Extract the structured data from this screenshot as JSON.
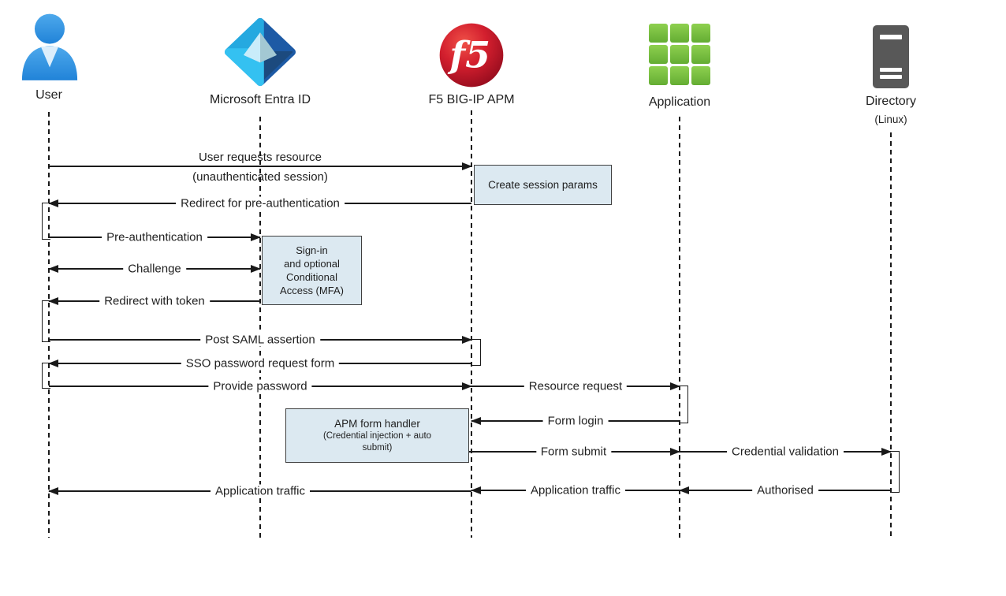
{
  "diagram_type": "sequence",
  "actors": [
    {
      "label": "User"
    },
    {
      "label": "Microsoft Entra ID"
    },
    {
      "label": "F5 BIG-IP APM"
    },
    {
      "label": "Application"
    },
    {
      "label": "Directory",
      "sublabel": "(Linux)"
    }
  ],
  "sequence": [
    {
      "from": "User",
      "to": "F5 BIG-IP APM",
      "label": "User requests resource",
      "label2": "(unauthenticated session)"
    },
    {
      "from": "F5 BIG-IP APM",
      "to": "User",
      "label": "Redirect for pre-authentication"
    },
    {
      "from": "User",
      "to": "Microsoft Entra ID",
      "label": "Pre-authentication"
    },
    {
      "from": "User",
      "to": "Microsoft Entra ID",
      "label": "Challenge",
      "bidirectional": true
    },
    {
      "from": "Microsoft Entra ID",
      "to": "User",
      "label": "Redirect with token"
    },
    {
      "from": "User",
      "to": "F5 BIG-IP APM",
      "label": "Post SAML assertion"
    },
    {
      "from": "F5 BIG-IP APM",
      "to": "User",
      "label": "SSO password request form"
    },
    {
      "from": "User",
      "to": "F5 BIG-IP APM",
      "label": "Provide password"
    },
    {
      "from": "F5 BIG-IP APM",
      "to": "Application",
      "label": "Resource request"
    },
    {
      "from": "Application",
      "to": "F5 BIG-IP APM",
      "label": "Form login"
    },
    {
      "from": "F5 BIG-IP APM",
      "to": "Application",
      "label": "Form submit"
    },
    {
      "from": "Application",
      "to": "Directory",
      "label": "Credential validation"
    },
    {
      "from": "Directory",
      "to": "Application",
      "label": "Authorised"
    },
    {
      "from": "Application",
      "to": "F5 BIG-IP APM",
      "label": "Application traffic"
    },
    {
      "from": "F5 BIG-IP APM",
      "to": "User",
      "label": "Application traffic"
    }
  ],
  "notes": [
    {
      "attached_to": "F5 BIG-IP APM",
      "lines": [
        "Create session params"
      ]
    },
    {
      "attached_to": "Microsoft Entra ID",
      "lines": [
        "Sign-in",
        "and optional",
        "Conditional",
        "Access (MFA)"
      ]
    },
    {
      "attached_to": "F5 BIG-IP APM",
      "lines": [
        "APM form handler",
        "(Credential injection + auto",
        "submit)"
      ]
    }
  ],
  "colors": {
    "line": "#1a1a1a",
    "text": "#1f1f1f",
    "note-fill": "#dce9f1",
    "note-border": "#3f3f3f",
    "user-blue": "#3b99e6",
    "entra-cyan": "#2eb7ea",
    "entra-dark-blue": "#1d5aa5",
    "f5-red": "#c8102e",
    "app-green": "#79c143",
    "directory-gray": "#585858"
  }
}
